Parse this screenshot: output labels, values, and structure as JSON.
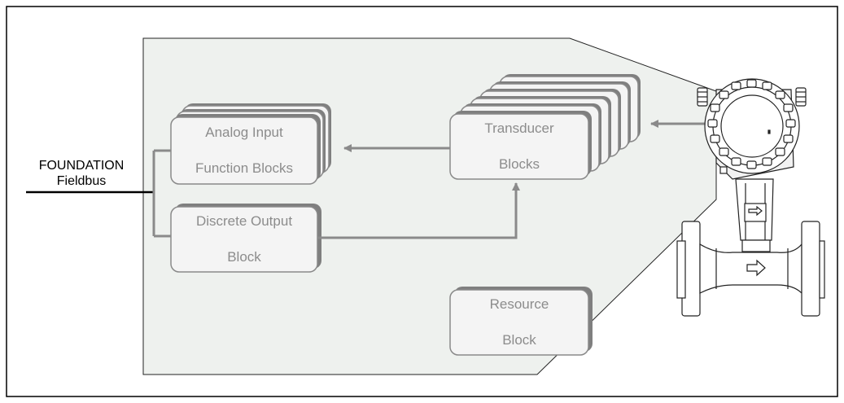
{
  "fieldbus": {
    "line1": "FOUNDATION",
    "line2": "Fieldbus"
  },
  "blocks": {
    "analog_input": {
      "line1": "Analog Input",
      "line2": "Function Blocks"
    },
    "discrete_output": {
      "line1": "Discrete Output",
      "line2": "Block"
    },
    "transducer": {
      "line1": "Transducer",
      "line2": "Blocks"
    },
    "resource": {
      "line1": "Resource",
      "line2": "Block"
    }
  },
  "colors": {
    "panel_fill": "#eef1ee",
    "block_fill": "#f4f4f4",
    "block_border": "#8a8a8a",
    "shadow": "#7f7f7f",
    "arrow": "#8a8a8a",
    "text_gray": "#8c8c8c"
  }
}
